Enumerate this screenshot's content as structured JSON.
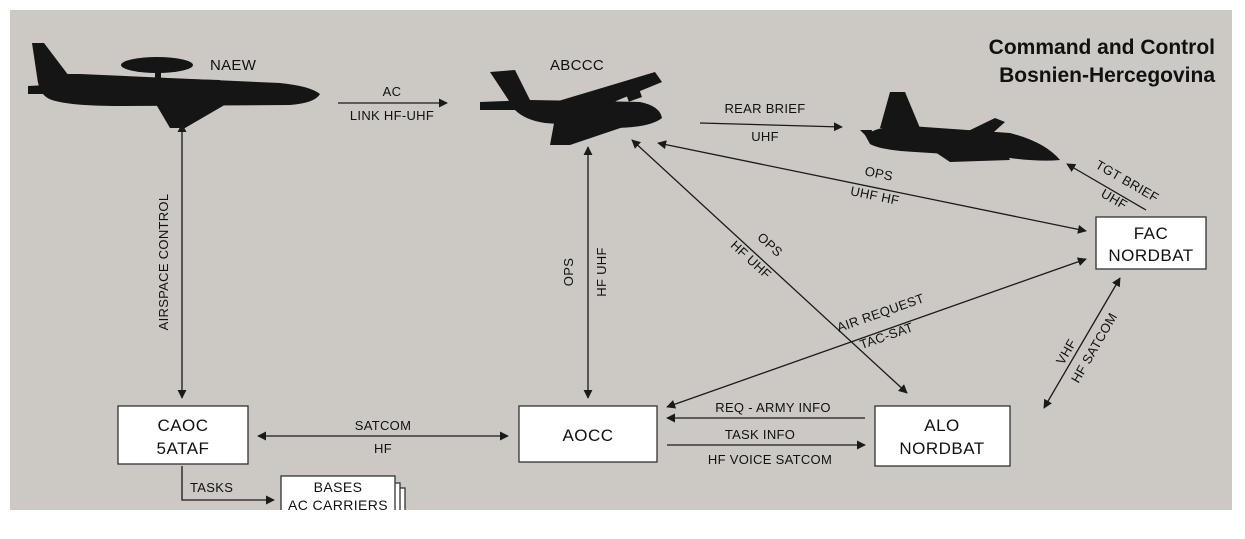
{
  "title": {
    "line1": "Command and Control",
    "line2": "Bosnien-Hercegovina"
  },
  "aircraft": {
    "naew": "NAEW",
    "abccc": "ABCCC",
    "fighter": ""
  },
  "nodes": {
    "caoc": {
      "line1": "CAOC",
      "line2": "5ATAF"
    },
    "aocc": {
      "line1": "AOCC"
    },
    "alo": {
      "line1": "ALO",
      "line2": "NORDBAT"
    },
    "fac": {
      "line1": "FAC",
      "line2": "NORDBAT"
    },
    "bases": {
      "line1": "BASES",
      "line2": "AC CARRIERS"
    }
  },
  "links": {
    "naew_abccc": [
      "AC",
      "LINK HF-UHF"
    ],
    "abccc_fighter": [
      "REAR BRIEF",
      "UHF"
    ],
    "abccc_fac": [
      "OPS",
      "UHF HF"
    ],
    "fac_fighter": [
      "TGT BRIEF",
      "UHF"
    ],
    "abccc_alo": [
      "OPS",
      "HF UHF"
    ],
    "abccc_aocc": [
      "OPS",
      "HF UHF"
    ],
    "naew_caoc": [
      "AIRSPACE CONTROL"
    ],
    "caoc_aocc": [
      "SATCOM",
      "HF"
    ],
    "caoc_bases": [
      "TASKS"
    ],
    "fac_aocc": [
      "AIR REQUEST",
      "TAC-SAT"
    ],
    "alo_fac": [
      "VHF",
      "HF SATCOM"
    ],
    "alo_aocc": [
      "REQ - ARMY INFO"
    ],
    "aocc_alo": [
      "TASK INFO",
      "HF VOICE SATCOM"
    ]
  }
}
